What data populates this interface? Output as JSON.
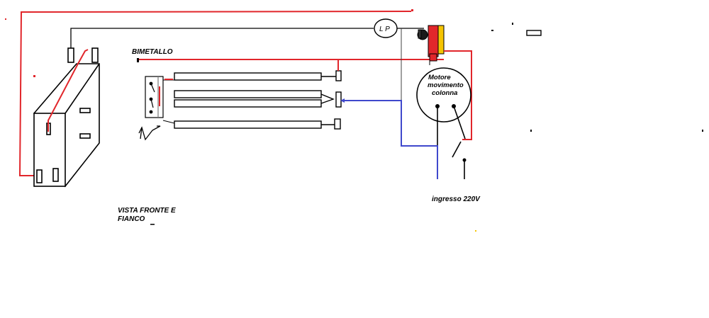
{
  "labels": {
    "bimetallo": "BIMETALLO",
    "lamp": "L P",
    "motor_line1": "Motore",
    "motor_line2": "movimento",
    "motor_line3": "colonna",
    "input": "ingresso 220V",
    "view_line1": "VISTA FRONTE E",
    "view_line2": "FIANCO"
  },
  "colors": {
    "background": "#ffffff",
    "outline": "#000000",
    "wire_red": "#e1262b",
    "wire_black": "#000000",
    "wire_blue": "#3f48cc",
    "wire_gray": "#404040",
    "switch_red": "#e1262b",
    "switch_yellow": "#f5c400",
    "knob": "#1a1a1a"
  },
  "components": [
    "rectangular-box-front-and-side",
    "bimetal-thermostat",
    "heating-elements",
    "pilot-lamp",
    "rotary-switch",
    "column-motor",
    "power-input-220v"
  ]
}
